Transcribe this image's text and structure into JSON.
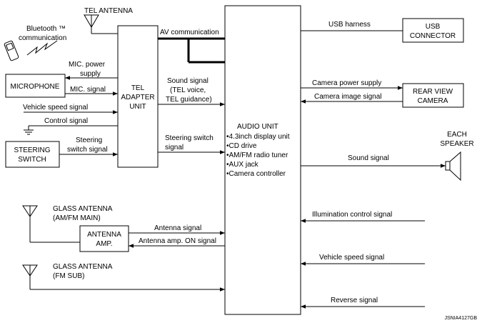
{
  "tel_antenna": "TEL ANTENNA",
  "bluetooth": {
    "line1": "Bluetooth ™",
    "line2": "communication"
  },
  "microphone": "MICROPHONE",
  "steering_switch": {
    "line1": "STEERING",
    "line2": "SWITCH"
  },
  "tel_adapter": {
    "line1": "TEL",
    "line2": "ADAPTER",
    "line3": "UNIT"
  },
  "mic_power": {
    "line1": "MIC. power",
    "line2": "supply"
  },
  "mic_signal": "MIC. signal",
  "vehicle_speed_left": "Vehicle speed signal",
  "control_signal": "Control signal",
  "steering_signal": {
    "line1": "Steering",
    "line2": "switch signal"
  },
  "av_communication": "AV communication",
  "sound_signal_tel": {
    "line1": "Sound signal",
    "line2": "(TEL voice,",
    "line3": "TEL guidance)"
  },
  "steering_signal_audio": {
    "line1": "Steering switch",
    "line2": "signal"
  },
  "audio_unit": {
    "title": "AUDIO UNIT",
    "items": [
      "•4.3inch display unit",
      "•CD drive",
      "•AM/FM radio tuner",
      "•AUX jack",
      "•Camera controller"
    ]
  },
  "usb_harness": "USB harness",
  "usb_connector": {
    "line1": "USB",
    "line2": "CONNECTOR"
  },
  "camera_power": "Camera power supply",
  "camera_image": "Camera image signal",
  "rear_camera": {
    "line1": "REAR VIEW",
    "line2": "CAMERA"
  },
  "each_speaker": {
    "line1": "EACH",
    "line2": "SPEAKER"
  },
  "sound_signal_out": "Sound signal",
  "illumination": "Illumination control signal",
  "vehicle_speed_right": "Vehicle speed signal",
  "reverse": "Reverse signal",
  "glass_antenna_main": {
    "line1": "GLASS ANTENNA",
    "line2": "(AM/FM MAIN)"
  },
  "glass_antenna_sub": {
    "line1": "GLASS ANTENNA",
    "line2": "(FM SUB)"
  },
  "antenna_amp": {
    "line1": "ANTENNA",
    "line2": "AMP."
  },
  "antenna_signal": "Antenna signal",
  "antenna_amp_on": "Antenna amp. ON signal",
  "code": "JSNIA4127GB"
}
